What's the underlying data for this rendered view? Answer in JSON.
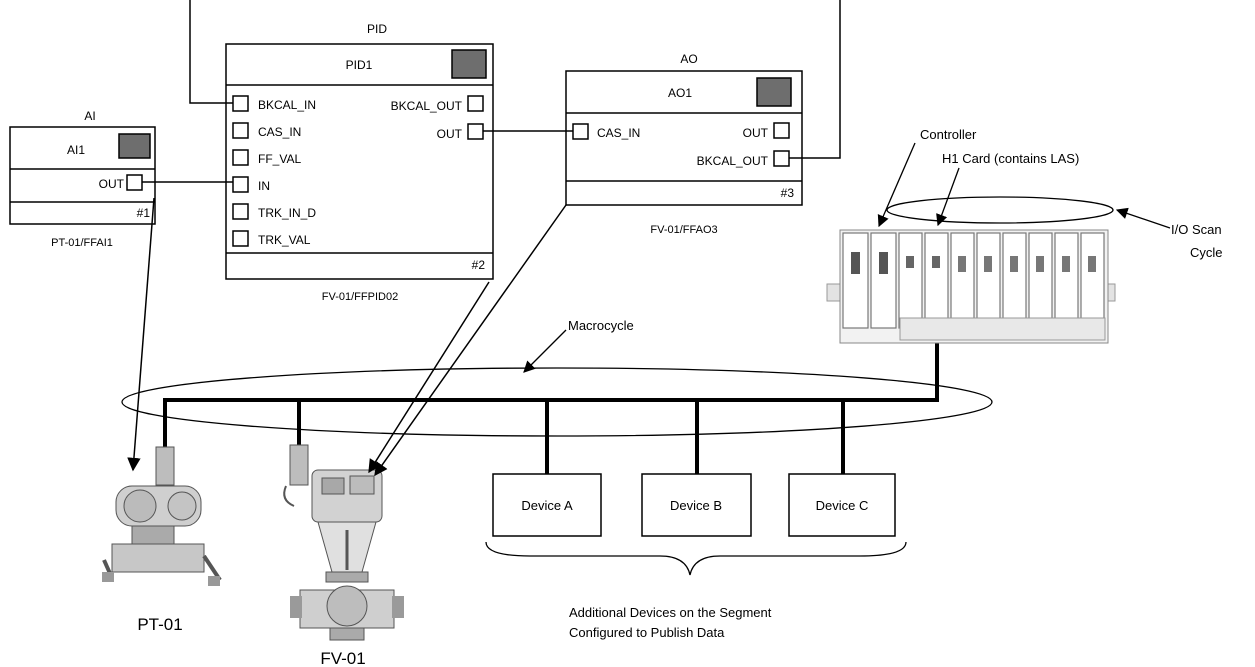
{
  "blocks": {
    "ai": {
      "type_label": "AI",
      "name": "AI1",
      "out": "OUT",
      "num": "#1",
      "tag": "PT-01/FFAI1"
    },
    "pid": {
      "type_label": "PID",
      "name": "PID1",
      "inputs": [
        "BKCAL_IN",
        "CAS_IN",
        "FF_VAL",
        "IN",
        "TRK_IN_D",
        "TRK_VAL"
      ],
      "outputs": [
        "BKCAL_OUT",
        "OUT"
      ],
      "num": "#2",
      "tag": "FV-01/FFPID02"
    },
    "ao": {
      "type_label": "AO",
      "name": "AO1",
      "input": "CAS_IN",
      "outputs": [
        "OUT",
        "BKCAL_OUT"
      ],
      "num": "#3",
      "tag": "FV-01/FFAO3"
    }
  },
  "hardware": {
    "controller": "Controller",
    "h1_card": "H1 Card (contains LAS)",
    "io_scan": [
      "I/O Scan",
      "Cycle"
    ]
  },
  "segment": {
    "macrocycle": "Macrocycle",
    "devices": [
      "Device A",
      "Device B",
      "Device C"
    ],
    "note": [
      "Additional Devices on the Segment",
      "Configured to Publish Data"
    ]
  },
  "field_devices": {
    "transmitter": "PT-01",
    "valve": "FV-01"
  }
}
